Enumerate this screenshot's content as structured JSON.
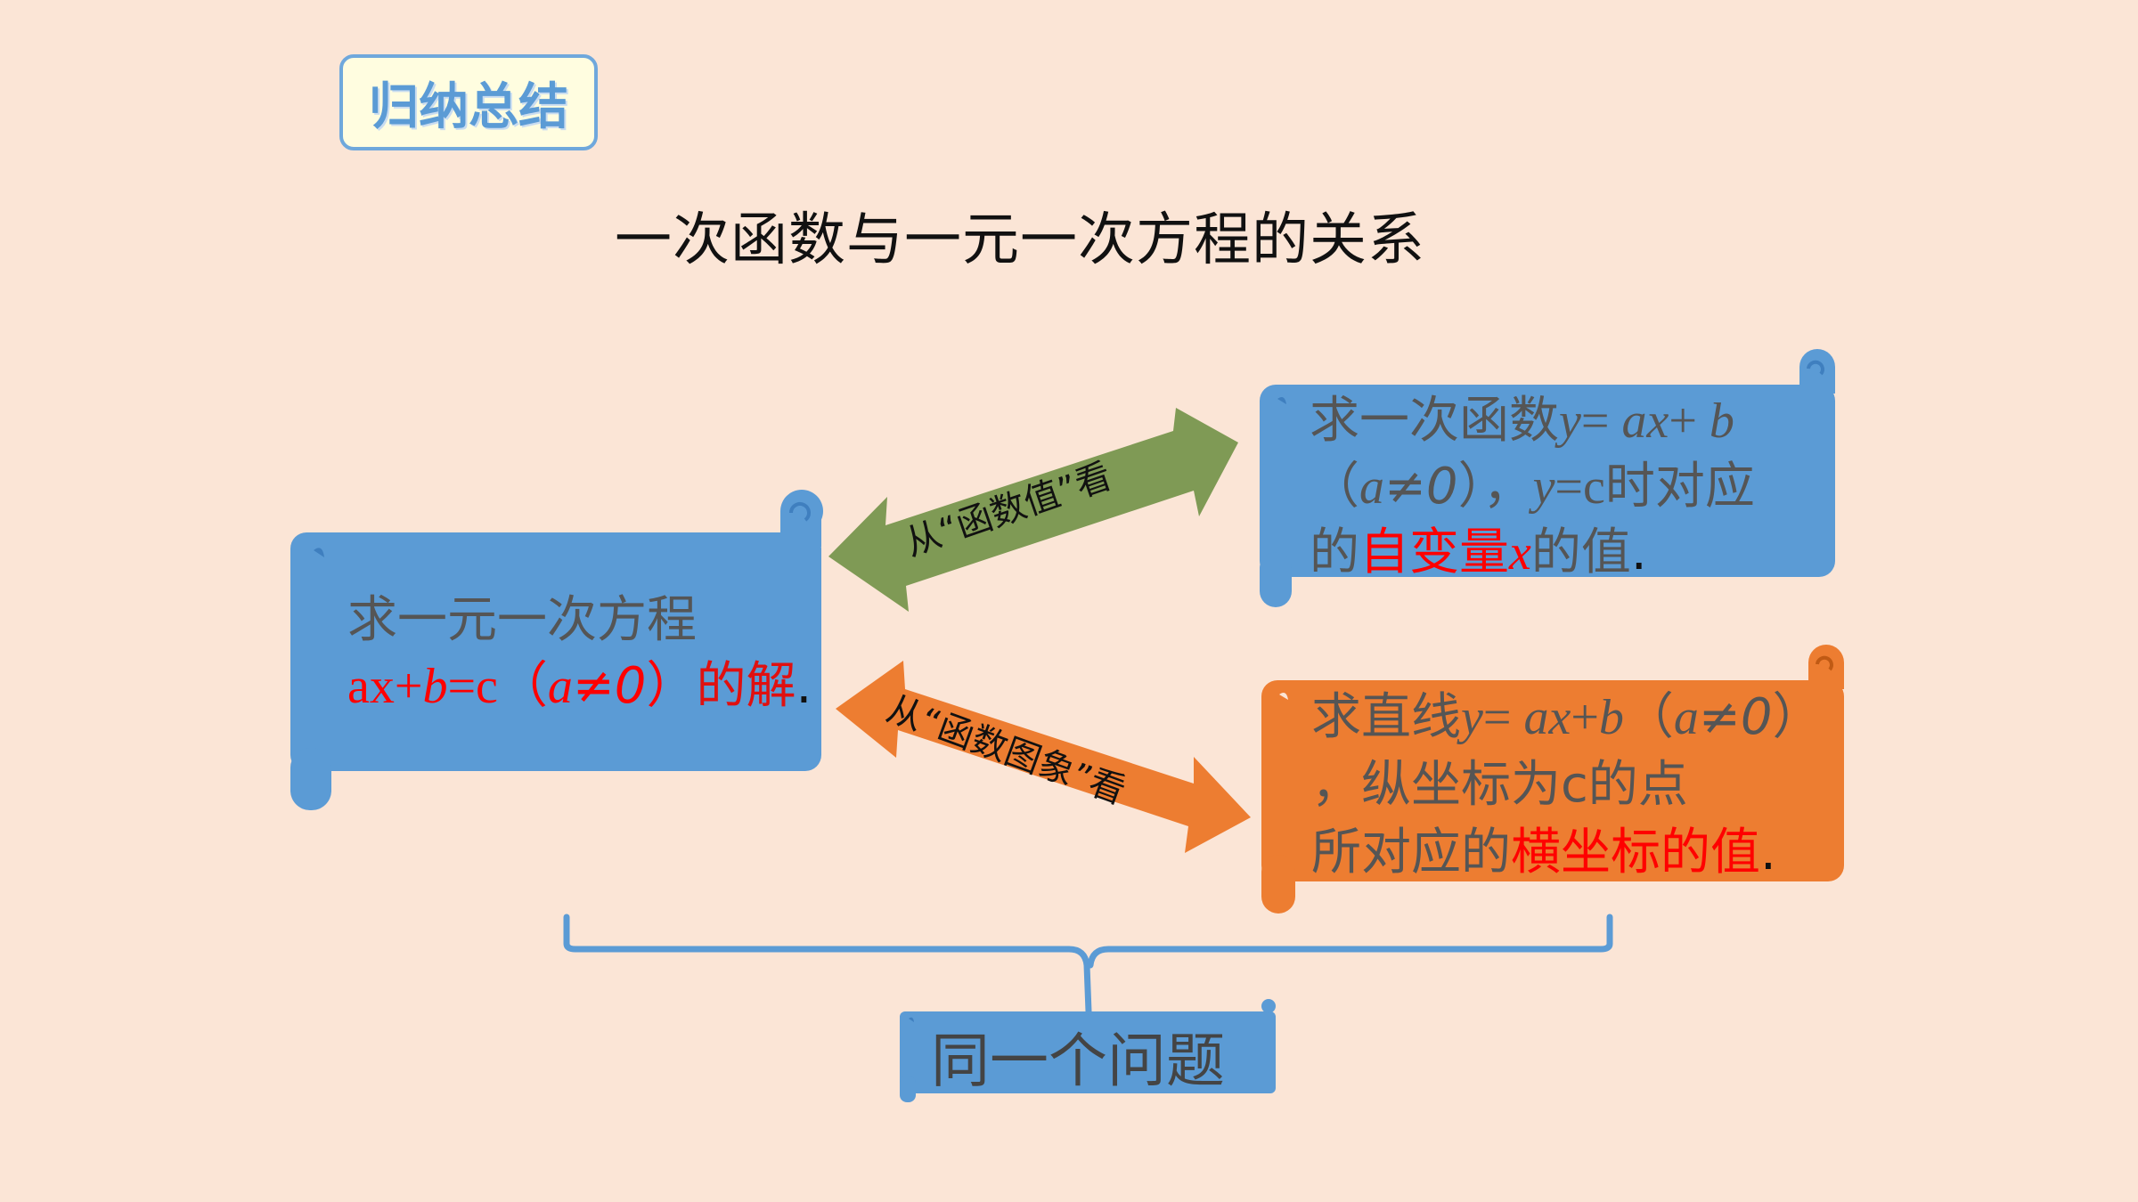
{
  "tag": "归纳总结",
  "title": "一次函数与一元一次方程的关系",
  "left_box": {
    "line1": "求一元一次方程",
    "eq": "ax+",
    "eq_b": "b",
    "eq_rest": "=c（",
    "a": "a",
    "neq": "≠0",
    "close": "）",
    "red_text": "的解",
    "period": "."
  },
  "arrow_top": {
    "label": "从“函数值”看"
  },
  "arrow_bottom": {
    "label": "从“函数图象”看"
  },
  "top_right_box": {
    "pre": "求一次函数",
    "y": "y",
    "eq1": "= ",
    "ax": "ax",
    "plus": "+ ",
    "b": "b",
    "open": "（",
    "a": "a",
    "neq": "≠0",
    "close": "），",
    "y2": "y",
    "eqc": "=c",
    "post": "时对应",
    "line3_pre": "的",
    "red1": "自变量",
    "x": "x",
    "line3_post": "的值",
    "period": "."
  },
  "bottom_right_box": {
    "pre": "求直线",
    "y": "y",
    "eq1": "= ",
    "ax": "ax",
    "plus": "+",
    "b": "b",
    "open": "（",
    "a": "a",
    "neq": "≠0",
    "close": "）",
    "line2": "，纵坐标为c的点",
    "line3_pre": "所对应的",
    "red": "横坐标的值",
    "period": "."
  },
  "bottom_box": "同一个问题",
  "colors": {
    "background": "#fbe5d6",
    "blue_box": "#5b9bd5",
    "orange_box": "#ed7d31",
    "green_arrow": "#7f9a55",
    "orange_arrow": "#ed7d31",
    "brace": "#5b9bd5",
    "accent_red": "#ff0000"
  }
}
